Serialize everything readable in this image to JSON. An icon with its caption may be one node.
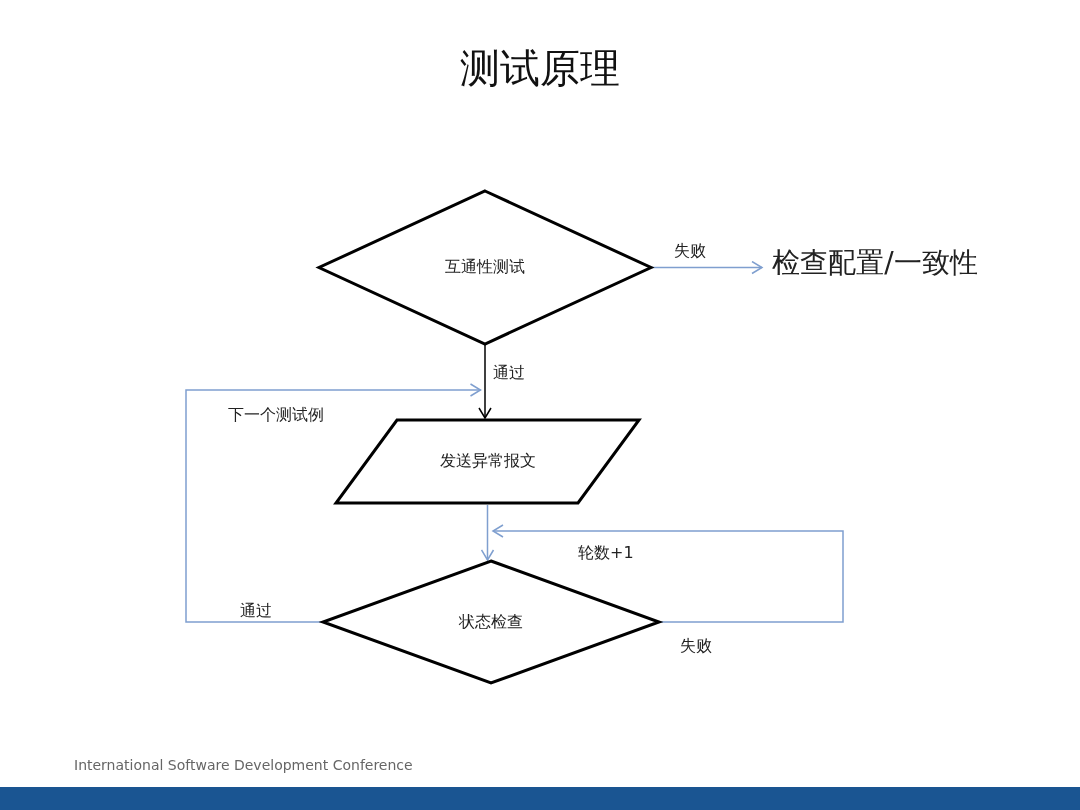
{
  "diagram": {
    "title": "测试原理",
    "nodes": [
      {
        "text": [
          "互通性测试"
        ]
      },
      {
        "text": [
          "检查配置/一致性"
        ]
      },
      {
        "text": [
          "发送异常报文"
        ]
      },
      {
        "text": [
          "状态检查"
        ]
      }
    ],
    "edges": [
      {
        "from": 0,
        "to": 1,
        "arrow": "to",
        "label": "失败"
      },
      {
        "from": 0,
        "to": 2,
        "arrow": "to",
        "label": "通过",
        "color": "#000000"
      },
      {
        "from": 3,
        "to": 2,
        "arrow": "to",
        "label": "通过"
      },
      {
        "from": 2,
        "to": 3,
        "arrow": "to"
      },
      {
        "from": 3,
        "to": 3,
        "arrow": "to",
        "label": "失败"
      }
    ],
    "labels": [
      "下一个测试例",
      "轮数+1",
      "International Software Development Conference"
    ]
  }
}
